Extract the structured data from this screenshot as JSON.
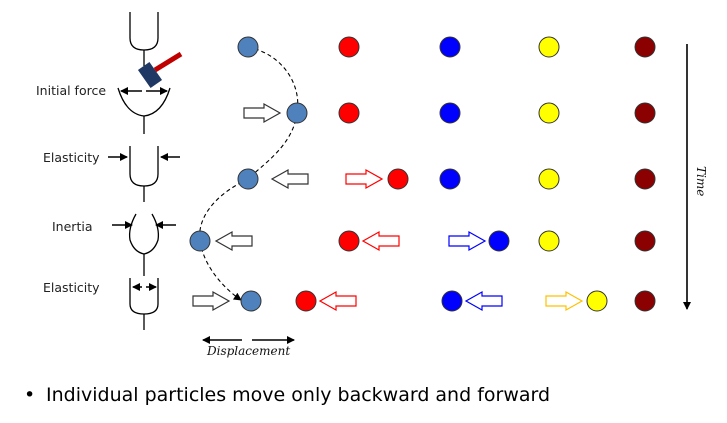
{
  "labels": {
    "initial_force": "Initial force",
    "elasticity_1": "Elasticity",
    "inertia": "Inertia",
    "elasticity_2": "Elasticity",
    "time": "Time",
    "displacement": "Displacement"
  },
  "bullet": {
    "marker": "•",
    "text": "Individual particles move only backward and forward"
  },
  "colors": {
    "particle_1": "#4f81bd",
    "particle_2": "#ff0000",
    "particle_3": "#0000ff",
    "particle_4": "#ffff00",
    "particle_5": "#8b0000",
    "hammer_head": "#1f3864",
    "hammer_handle": "#c00000"
  },
  "icons": [
    "tuning-fork-icon",
    "hammer-icon",
    "arrow-icon"
  ]
}
